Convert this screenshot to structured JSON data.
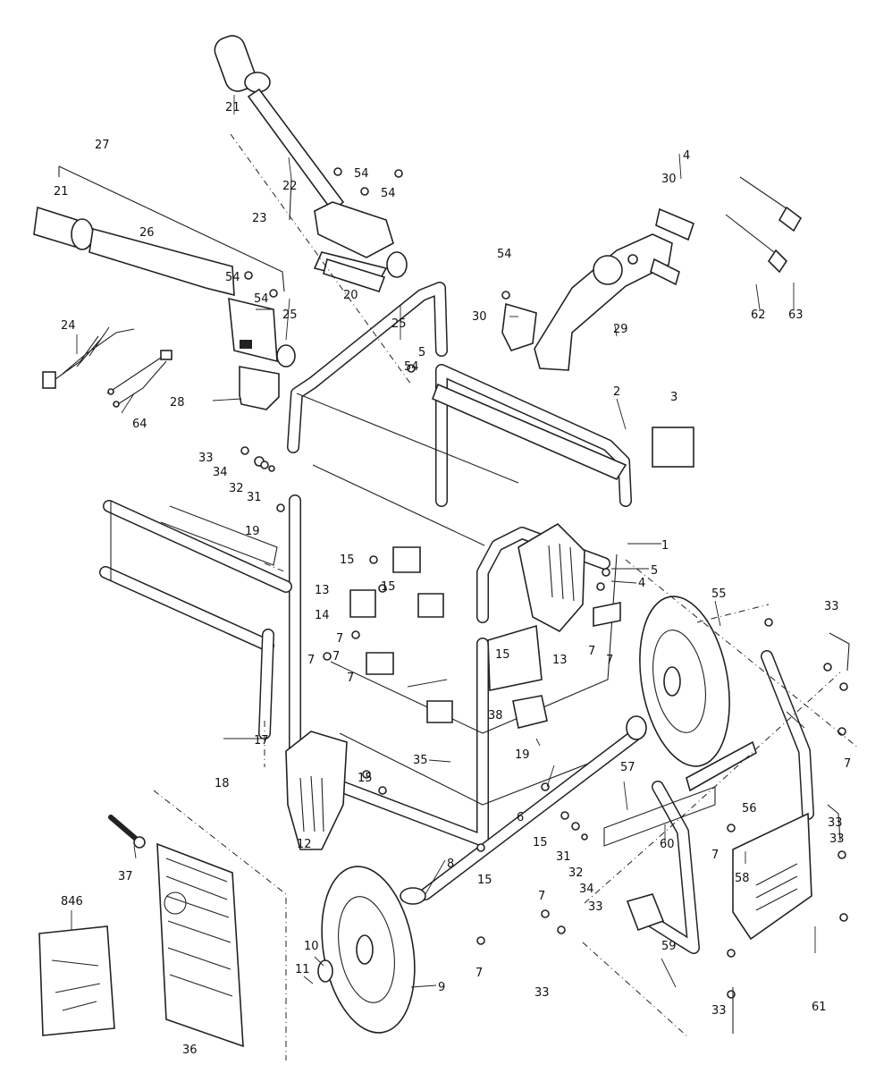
{
  "labels": [
    {
      "id": "l-21a",
      "text": "21"
    },
    {
      "id": "l-22",
      "text": "22"
    },
    {
      "id": "l-23",
      "text": "23"
    },
    {
      "id": "l-27",
      "text": "27"
    },
    {
      "id": "l-21b",
      "text": "21"
    },
    {
      "id": "l-26",
      "text": "26"
    },
    {
      "id": "l-54a",
      "text": "54"
    },
    {
      "id": "l-54b",
      "text": "54"
    },
    {
      "id": "l-54c",
      "text": "54"
    },
    {
      "id": "l-54d",
      "text": "54"
    },
    {
      "id": "l-54e",
      "text": "54"
    },
    {
      "id": "l-54f",
      "text": "54"
    },
    {
      "id": "l-25a",
      "text": "25"
    },
    {
      "id": "l-25b",
      "text": "25"
    },
    {
      "id": "l-20",
      "text": "20"
    },
    {
      "id": "l-24",
      "text": "24"
    },
    {
      "id": "l-28",
      "text": "28"
    },
    {
      "id": "l-64",
      "text": "64"
    },
    {
      "id": "l-5a",
      "text": "5"
    },
    {
      "id": "l-30a",
      "text": "30"
    },
    {
      "id": "l-30b",
      "text": "30"
    },
    {
      "id": "l-4a",
      "text": "4"
    },
    {
      "id": "l-29",
      "text": "29"
    },
    {
      "id": "l-62",
      "text": "62"
    },
    {
      "id": "l-63",
      "text": "63"
    },
    {
      "id": "l-2",
      "text": "2"
    },
    {
      "id": "l-3",
      "text": "3"
    },
    {
      "id": "l-1",
      "text": "1"
    },
    {
      "id": "l-5b",
      "text": "5"
    },
    {
      "id": "l-4b",
      "text": "4"
    },
    {
      "id": "l-33a",
      "text": "33"
    },
    {
      "id": "l-34a",
      "text": "34"
    },
    {
      "id": "l-32a",
      "text": "32"
    },
    {
      "id": "l-31a",
      "text": "31"
    },
    {
      "id": "l-19a",
      "text": "19"
    },
    {
      "id": "l-15a",
      "text": "15"
    },
    {
      "id": "l-13a",
      "text": "13"
    },
    {
      "id": "l-15b",
      "text": "15"
    },
    {
      "id": "l-14",
      "text": "14"
    },
    {
      "id": "l-7a",
      "text": "7"
    },
    {
      "id": "l-7b",
      "text": "7"
    },
    {
      "id": "l-7c",
      "text": "7"
    },
    {
      "id": "l-7d",
      "text": "7"
    },
    {
      "id": "l-17",
      "text": "17"
    },
    {
      "id": "l-18",
      "text": "18"
    },
    {
      "id": "l-15c",
      "text": "15"
    },
    {
      "id": "l-12",
      "text": "12"
    },
    {
      "id": "l-35",
      "text": "35"
    },
    {
      "id": "l-15d",
      "text": "15"
    },
    {
      "id": "l-13b",
      "text": "13"
    },
    {
      "id": "l-38",
      "text": "38"
    },
    {
      "id": "l-7e",
      "text": "7"
    },
    {
      "id": "l-7f",
      "text": "7"
    },
    {
      "id": "l-19b",
      "text": "19"
    },
    {
      "id": "l-55",
      "text": "55"
    },
    {
      "id": "l-33b",
      "text": "33"
    },
    {
      "id": "l-7g",
      "text": "7"
    },
    {
      "id": "l-56",
      "text": "56"
    },
    {
      "id": "l-57",
      "text": "57"
    },
    {
      "id": "l-6",
      "text": "6"
    },
    {
      "id": "l-15e",
      "text": "15"
    },
    {
      "id": "l-31b",
      "text": "31"
    },
    {
      "id": "l-32b",
      "text": "32"
    },
    {
      "id": "l-34b",
      "text": "34"
    },
    {
      "id": "l-33c",
      "text": "33"
    },
    {
      "id": "l-60",
      "text": "60"
    },
    {
      "id": "l-7h",
      "text": "7"
    },
    {
      "id": "l-33d",
      "text": "33"
    },
    {
      "id": "l-58",
      "text": "58"
    },
    {
      "id": "l-33e",
      "text": "33"
    },
    {
      "id": "l-7i",
      "text": "7"
    },
    {
      "id": "l-15f",
      "text": "15"
    },
    {
      "id": "l-8",
      "text": "8"
    },
    {
      "id": "l-37",
      "text": "37"
    },
    {
      "id": "l-846",
      "text": "846"
    },
    {
      "id": "l-10",
      "text": "10"
    },
    {
      "id": "l-11",
      "text": "11"
    },
    {
      "id": "l-9",
      "text": "9"
    },
    {
      "id": "l-36",
      "text": "36"
    },
    {
      "id": "l-7j",
      "text": "7"
    },
    {
      "id": "l-33f",
      "text": "33"
    },
    {
      "id": "l-59",
      "text": "59"
    },
    {
      "id": "l-33g",
      "text": "33"
    },
    {
      "id": "l-61",
      "text": "61"
    }
  ]
}
